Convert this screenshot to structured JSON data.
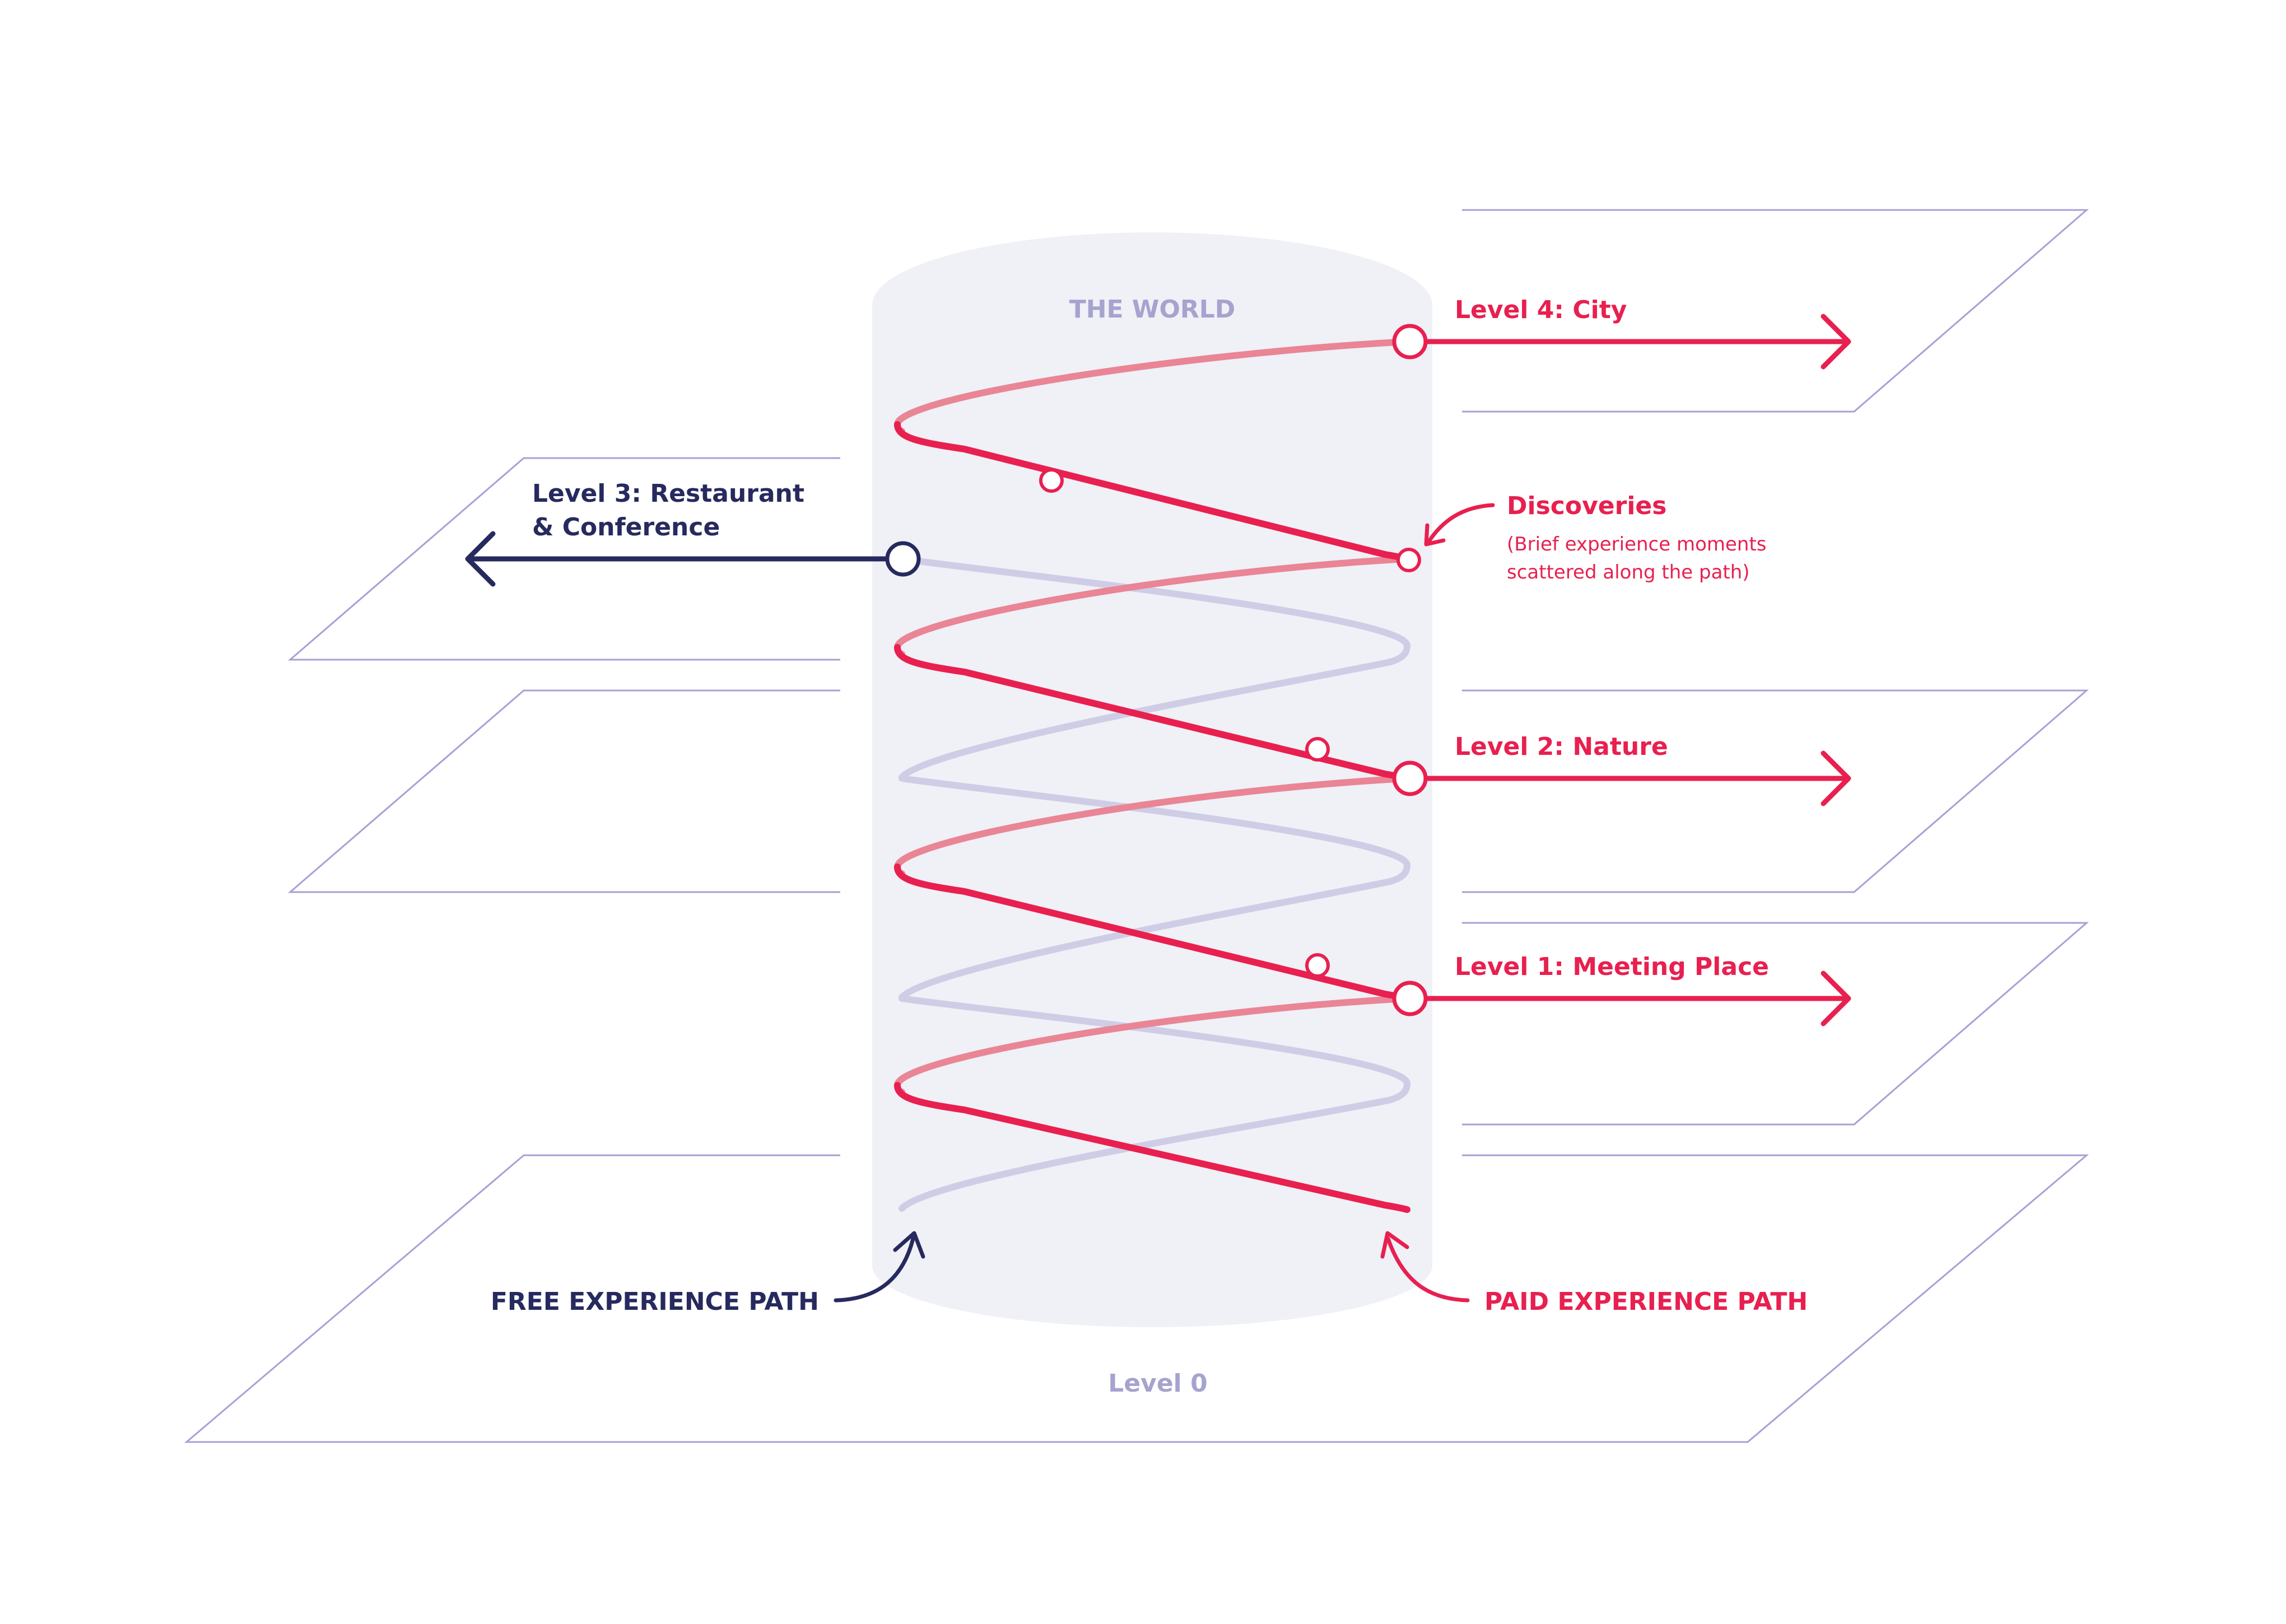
{
  "colors": {
    "paid": "#e8204f",
    "paid_back": "#e98595",
    "free": "#262a5e",
    "free_helix": "#cfcde6",
    "cylinder": "#f0f0f7",
    "plane": "#a5a1d6",
    "muted_text": "#a6a3cf"
  },
  "cylinder": {
    "label": "THE WORLD"
  },
  "levels": [
    {
      "id": "level0",
      "label": "Level 0"
    },
    {
      "id": "level1",
      "label": "Level 1: Meeting Place"
    },
    {
      "id": "level2",
      "label": "Level 2: Nature"
    },
    {
      "id": "level3",
      "label_line1": "Level 3: Restaurant",
      "label_line2": "& Conference"
    },
    {
      "id": "level4",
      "label": "Level 4: City"
    }
  ],
  "discoveries": {
    "title": "Discoveries",
    "note_line1": "(Brief experience moments",
    "note_line2": "scattered along the path)"
  },
  "paths": {
    "free": "FREE EXPERIENCE PATH",
    "paid": "PAID EXPERIENCE PATH"
  }
}
